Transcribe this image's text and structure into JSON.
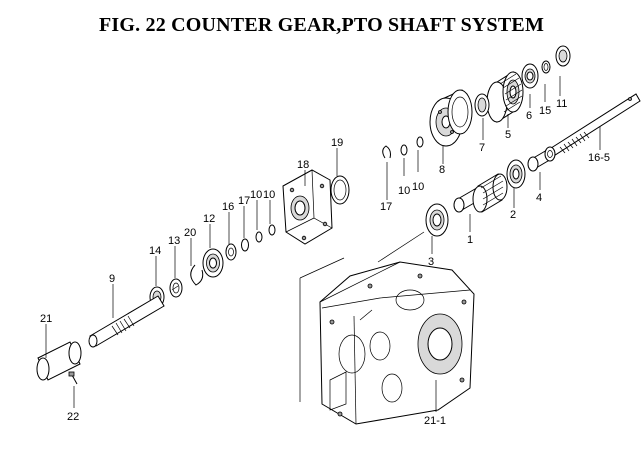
{
  "figure": {
    "title": "FIG. 22  COUNTER GEAR,PTO SHAFT SYSTEM"
  },
  "callouts": {
    "c1": "1",
    "c2": "2",
    "c3": "3",
    "c4": "4",
    "c5": "5",
    "c6": "6",
    "c7": "7",
    "c8": "8",
    "c9": "9",
    "c10a": "10",
    "c10b": "10",
    "c10c": "10",
    "c10d": "10",
    "c11": "11",
    "c12": "12",
    "c13": "13",
    "c14": "14",
    "c15": "15",
    "c16": "16",
    "c16_5": "16-5",
    "c17a": "17",
    "c17b": "17",
    "c18": "18",
    "c19": "19",
    "c20": "20",
    "c21": "21",
    "c21_1": "21-1",
    "c22": "22"
  }
}
